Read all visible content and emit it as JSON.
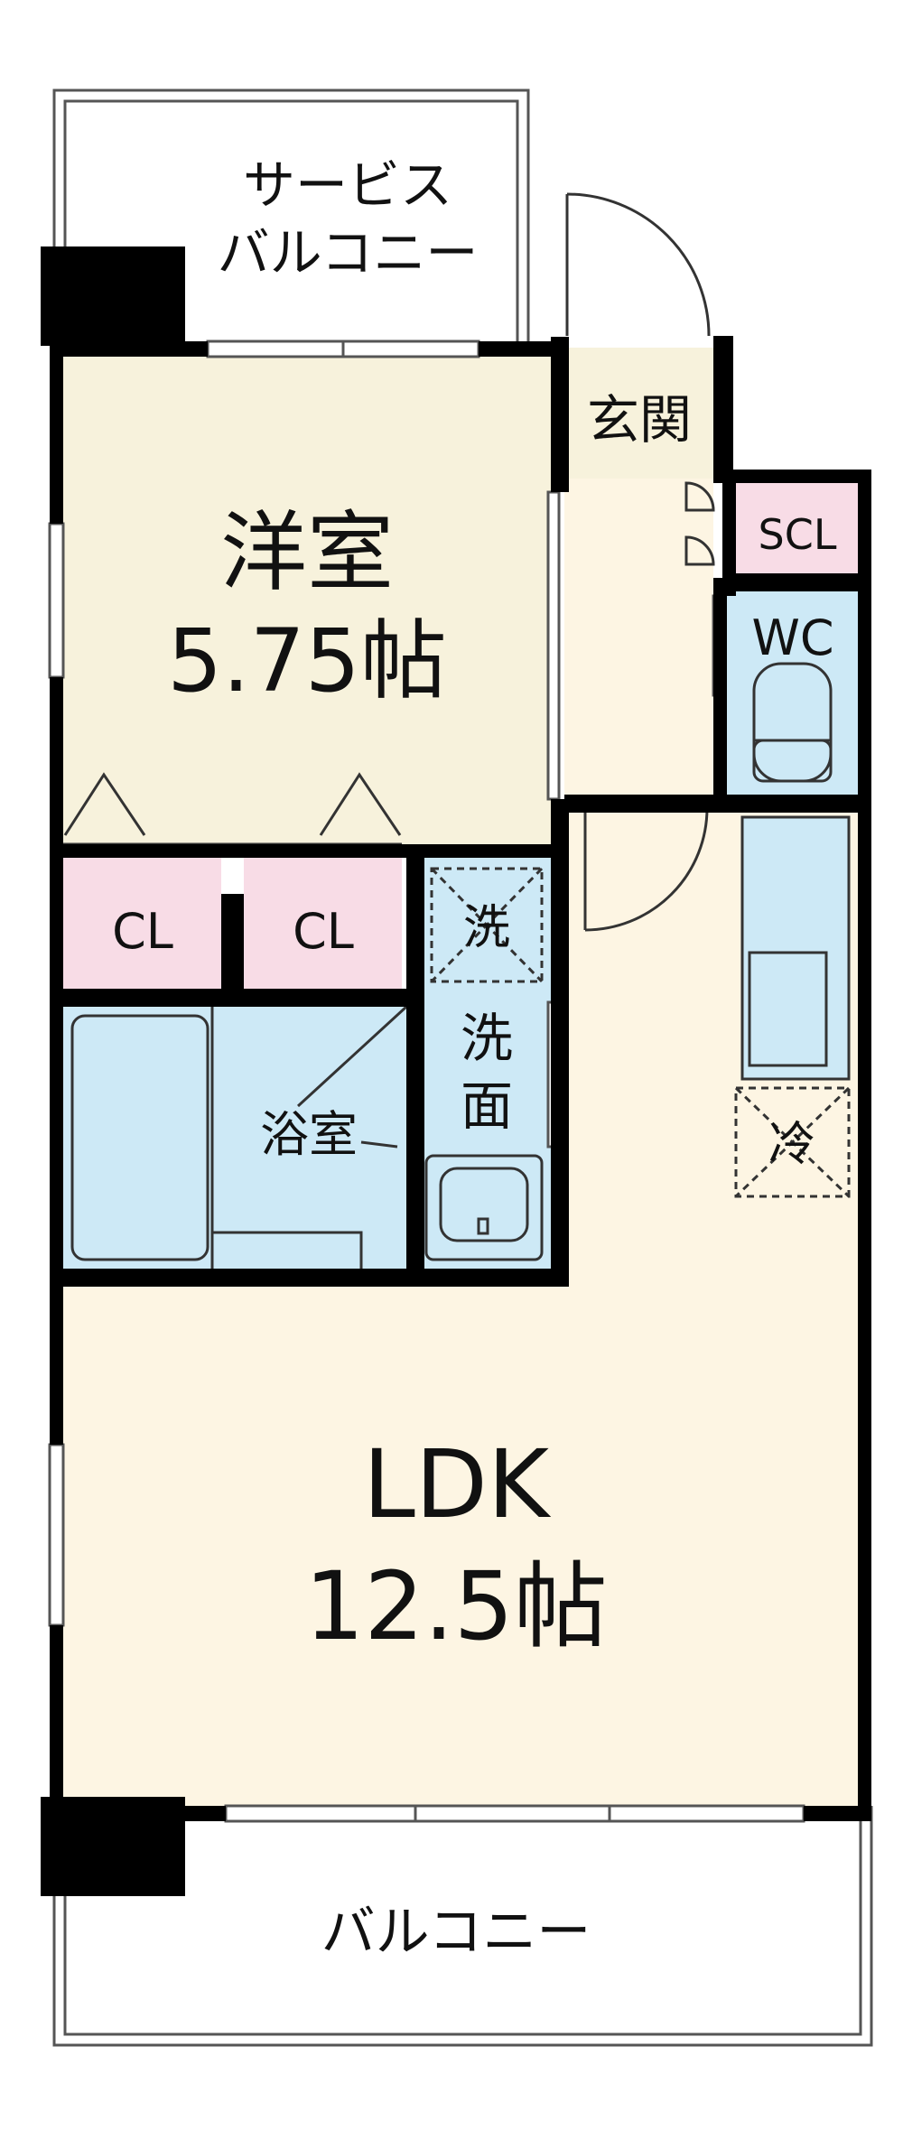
{
  "rooms": {
    "service_balcony": {
      "line1": "サービス",
      "line2": "バルコニー"
    },
    "entrance": {
      "label": "玄関"
    },
    "western_room": {
      "name": "洋室",
      "size": "5.75帖"
    },
    "scl": {
      "label": "SCL"
    },
    "wc": {
      "label": "WC"
    },
    "closet_left": {
      "label": "CL"
    },
    "closet_right": {
      "label": "CL"
    },
    "washer_space": {
      "label": "洗"
    },
    "washroom": {
      "line1": "洗",
      "line2": "面"
    },
    "bathroom": {
      "label": "浴室"
    },
    "fridge_space": {
      "label": "冷"
    },
    "ldk": {
      "name": "LDK",
      "size": "12.5帖"
    },
    "balcony": {
      "label": "バルコニー"
    }
  },
  "colors": {
    "living_floor": "#fdf5e3",
    "western_floor": "#f7f2dc",
    "wet_area": "#cde9f6",
    "closet": "#f8dce6",
    "wall": "#000000",
    "fixture_stroke": "#333333"
  }
}
